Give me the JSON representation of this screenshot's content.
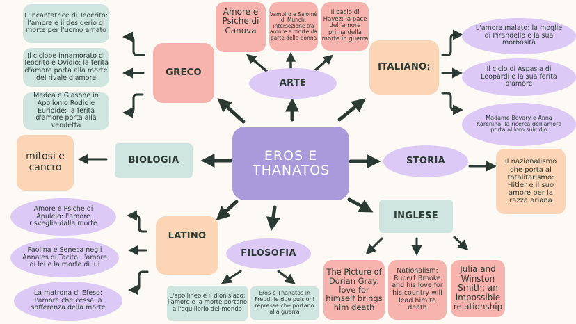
{
  "central": {
    "label": "EROS E THANATOS",
    "color": "#a99bdb"
  },
  "colors": {
    "teal": "#cfe5e0",
    "pink": "#f7b3ad",
    "peach": "#fbd5b6",
    "lavender": "#dcc9f6",
    "arrow": "#2b3a32",
    "background": "#fdfaf5"
  },
  "greco": {
    "label": "GRECO",
    "items": [
      "L'incantatrice di Teocrito: l'amore e il desiderio di morte per l'uomo amato",
      "Il ciclope innamorato di Teocrito e Ovidio: la ferita d'amore porta alla morte del rivale d'amore",
      "Medea e Giasone in Apollonio Rodio e Euripide: la ferita d'amore porta alla vendetta"
    ]
  },
  "arte": {
    "label": "ARTE",
    "items": [
      "Amore e Psiche di Canova",
      "Vampiro e Salomè di Munch: intersezione tra amore e morte da parte della donna",
      "Il bacio di Hayez: la pace dell'amore prima della morte in guerra"
    ]
  },
  "italiano": {
    "label": "ITALIANO:",
    "items": [
      "L'amore malato: la moglie di Pirandello e la sua morbosità",
      "Il ciclo di Aspasia di Leopardi e la sua ferita d'amore",
      "Madame Bovary e Anna Karenina: la ricerca dell'amore porta al loro suicidio"
    ]
  },
  "biologia": {
    "label": "BIOLOGIA",
    "items": [
      "mitosi e cancro"
    ]
  },
  "storia": {
    "label": "STORIA",
    "items": [
      "Il nazionalismo che porta al totalitarismo: Hitler e il suo amore per la razza ariana"
    ]
  },
  "latino": {
    "label": "LATINO",
    "items": [
      "Amore e Psiche di Apuleio: l'amore risveglia dalla morte",
      "Paolina e Seneca negli Annales di Tacito: l'amore di lei e la morte di lui",
      "La matrona di Efeso: l'amore che cessa la sofferenza della morte"
    ]
  },
  "filosofia": {
    "label": "FILOSOFIA",
    "items": [
      "L'apollineo e il dionisiaco: l'amore e la morte portano all'equilibrio del mondo",
      "Eros e Thanatos in Freud: le due pulsioni represse che portano alla guerra"
    ]
  },
  "inglese": {
    "label": "INGLESE",
    "items": [
      "The Picture of Dorian Gray: love for himself brings him death",
      "Nationalism: Rupert Brooke and his love for his country will lead him to death",
      "Julia and Winston Smith: an impossible relationship"
    ]
  }
}
